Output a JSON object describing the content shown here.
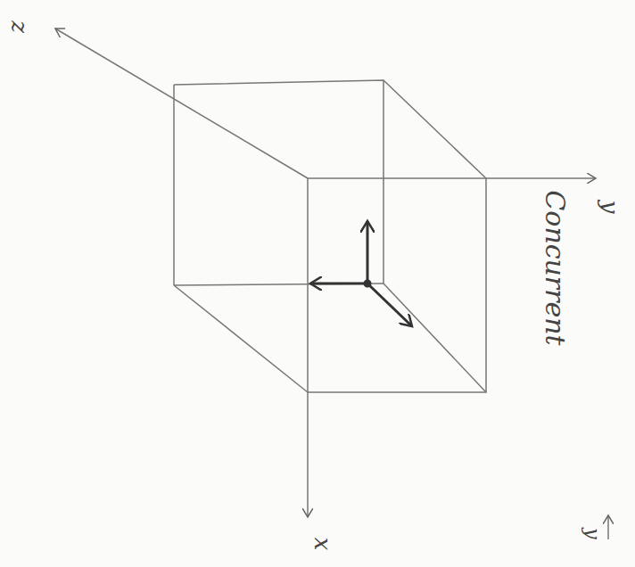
{
  "diagram": {
    "labels": [
      "Concurrent",
      "y",
      "z",
      "x",
      "y"
    ]
  }
}
